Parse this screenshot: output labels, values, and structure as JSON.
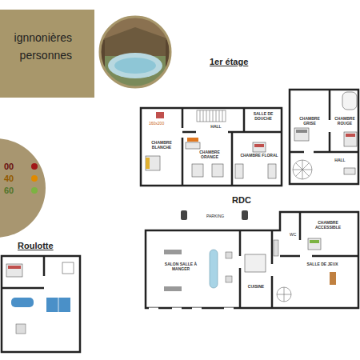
{
  "diagram": {
    "nodes": [
      {
        "text": [
          "ignnonières personnes"
        ]
      },
      {
        "text": [
          "CHAMBRE BLANCHE"
        ]
      },
      {
        "text": [
          "CHAMBRE ORANGE"
        ]
      },
      {
        "text": [
          "CHAMBRE FLORAL"
        ]
      },
      {
        "text": [
          "HALL"
        ]
      },
      {
        "text": [
          "SALLE DE DOUCHE"
        ]
      },
      {
        "text": [
          "CHAMBRE GRISE"
        ]
      },
      {
        "text": [
          "CHAMBRE ROUGE"
        ]
      },
      {
        "text": [
          "HALL"
        ]
      },
      {
        "text": [
          "SALON SALLE À MANGER"
        ]
      },
      {
        "text": [
          "CUISINE"
        ]
      },
      {
        "text": [
          "CHAMBRE ACCESSIBLE"
        ]
      },
      {
        "text": [
          "SALLE DE JEUX"
        ]
      }
    ],
    "labels": [
      "1er étage",
      "RDC",
      "Roulotte",
      "PARKING",
      "160x200",
      "WC"
    ],
    "legend": [
      {
        "text": "00",
        "color": "#a01818"
      },
      {
        "text": "40",
        "color": "#e08a00"
      },
      {
        "text": "60",
        "color": "#7cb342"
      }
    ]
  }
}
